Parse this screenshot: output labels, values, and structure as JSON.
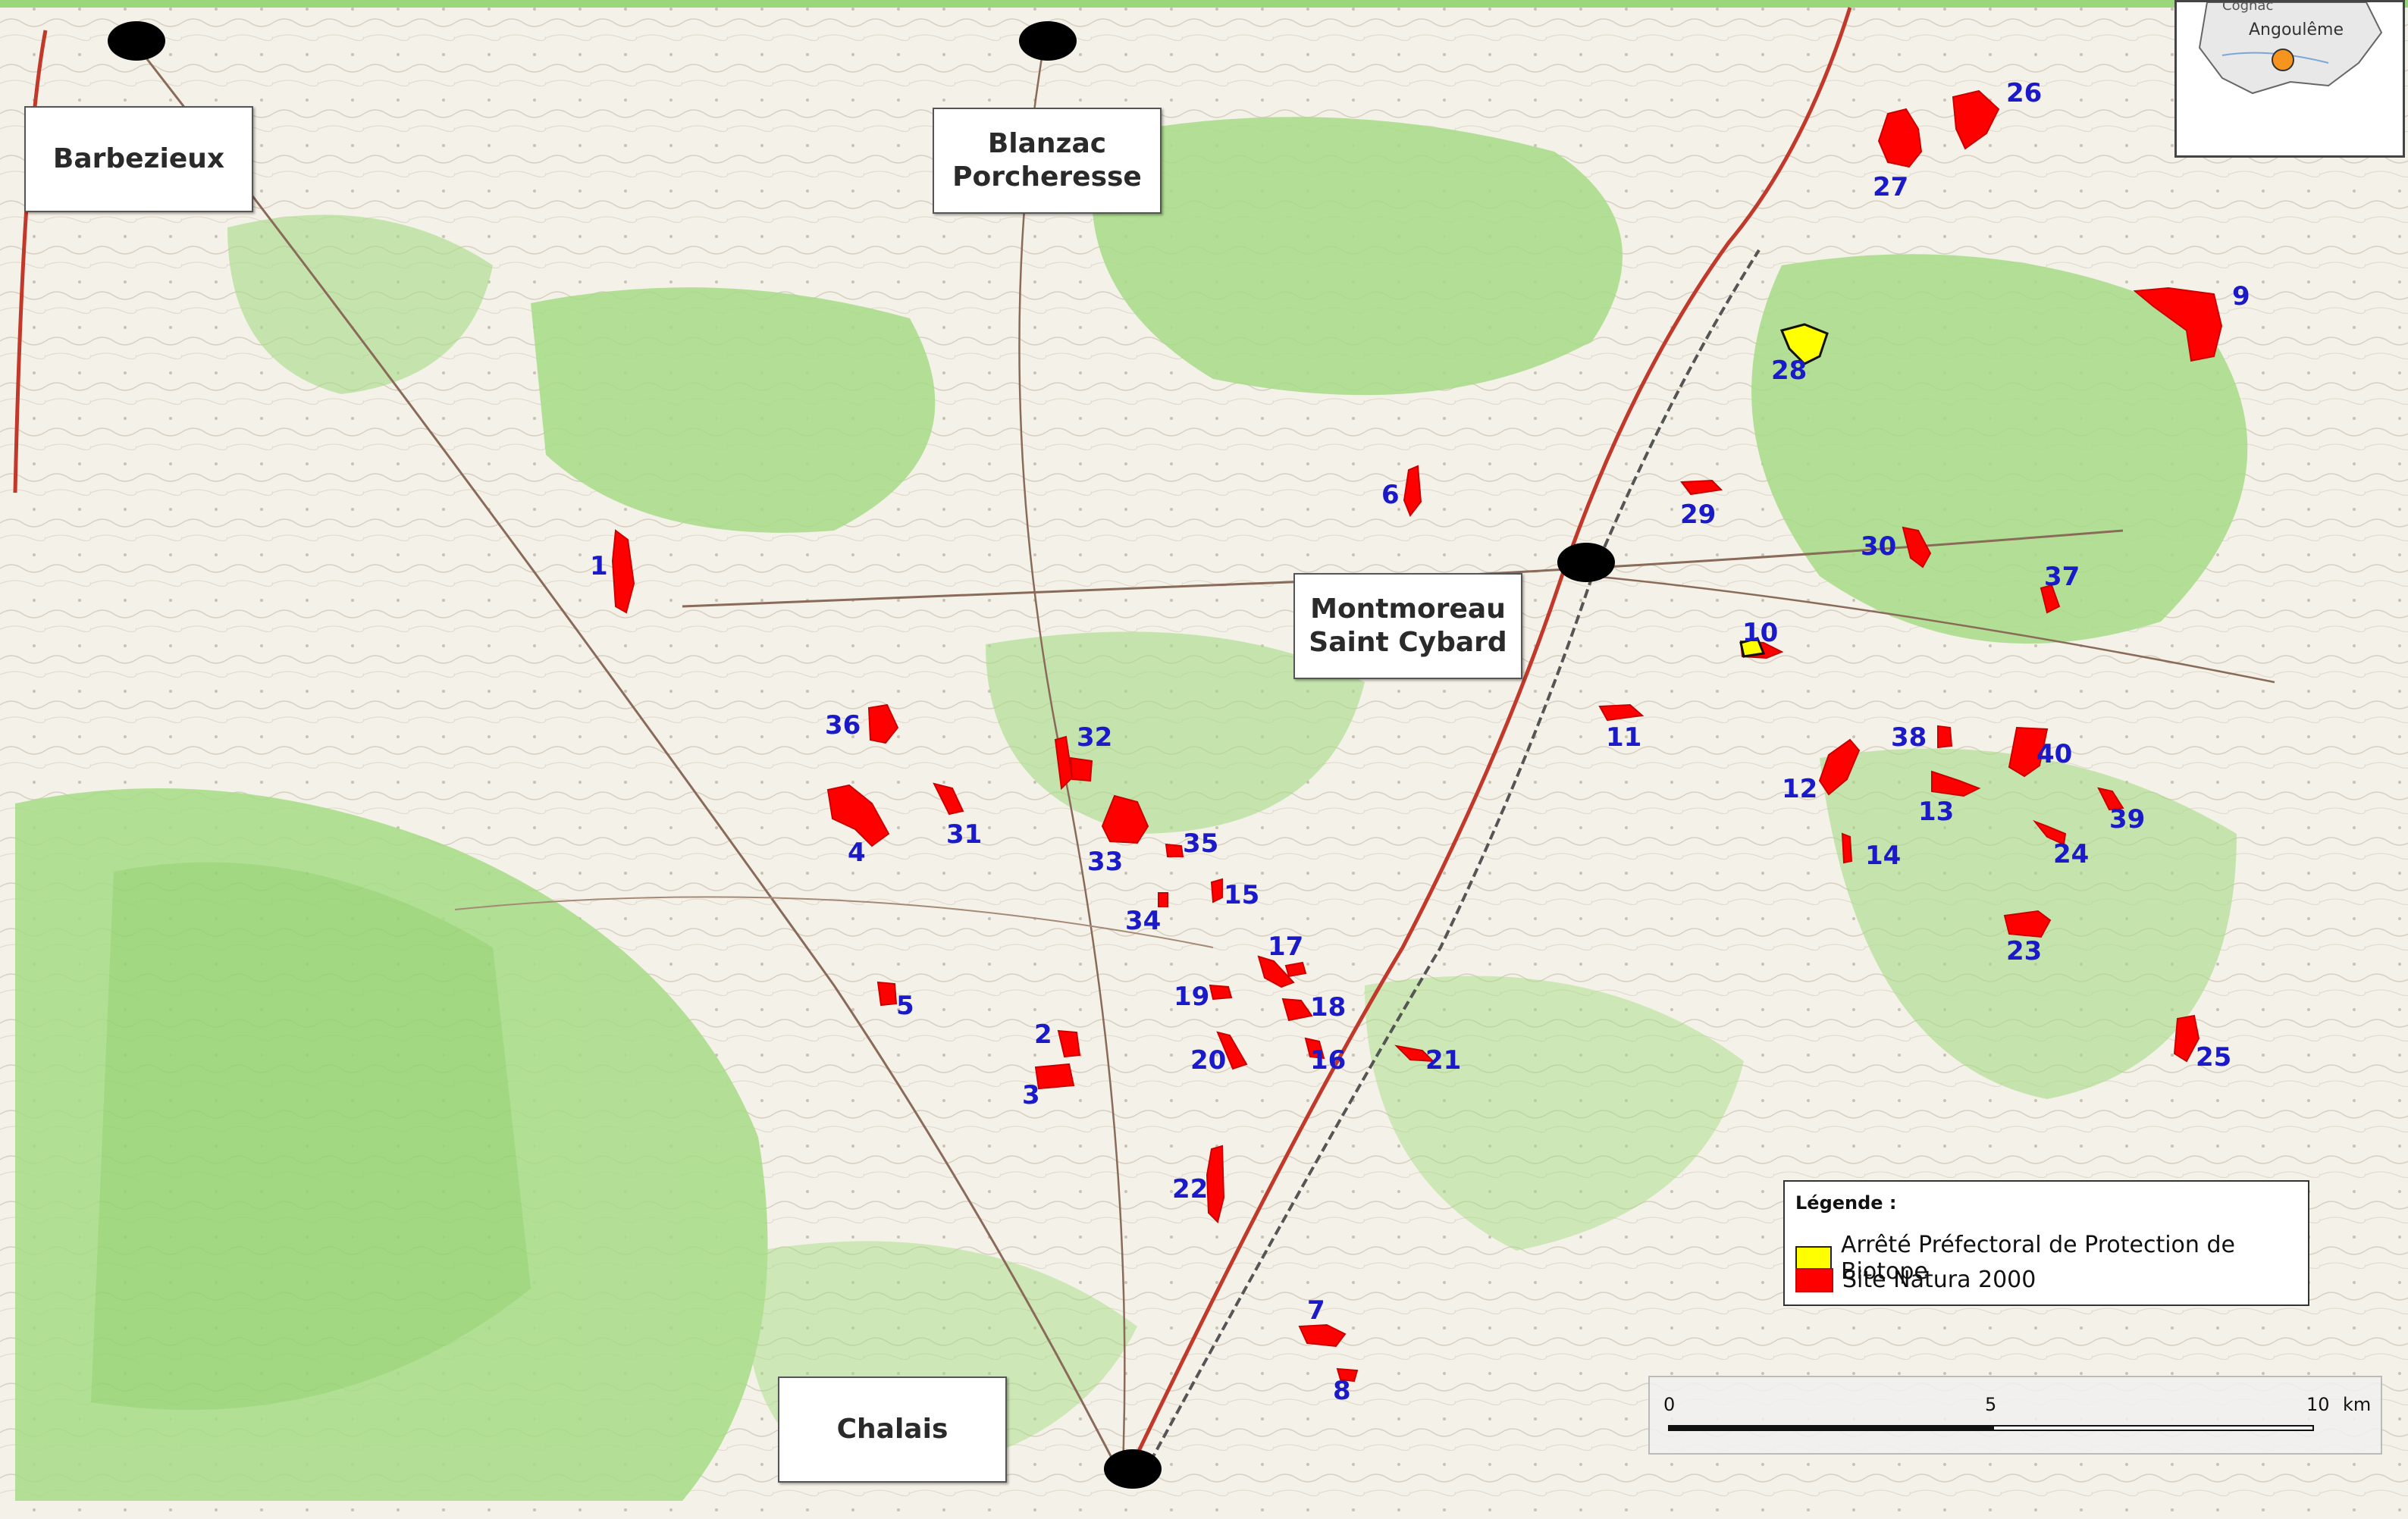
{
  "towns": [
    {
      "id": "barbezieux",
      "lines": [
        "Barbezieux"
      ]
    },
    {
      "id": "blanzac",
      "lines": [
        "Blanzac",
        "Porcheresse"
      ]
    },
    {
      "id": "montmoreau",
      "lines": [
        "Montmoreau",
        "Saint Cybard"
      ]
    },
    {
      "id": "chalais",
      "lines": [
        "Chalais"
      ]
    }
  ],
  "sites": [
    "1",
    "2",
    "3",
    "4",
    "5",
    "6",
    "7",
    "8",
    "9",
    "10",
    "11",
    "12",
    "13",
    "14",
    "15",
    "16",
    "17",
    "18",
    "19",
    "20",
    "21",
    "22",
    "23",
    "24",
    "25",
    "26",
    "27",
    "28",
    "29",
    "30",
    "31",
    "32",
    "33",
    "34",
    "35",
    "36",
    "37",
    "38",
    "39",
    "40"
  ],
  "legend": {
    "title": "Légende :",
    "items": [
      {
        "label": "Arrêté Préfectoral de Protection de Biotope",
        "color": "#ffff00"
      },
      {
        "label": "Site Natura 2000",
        "color": "#ff0000"
      }
    ]
  },
  "scale": {
    "ticks": [
      "0",
      "5",
      "10"
    ],
    "unit": "km"
  },
  "inset": {
    "labels": [
      "Angoulême",
      "Cognac"
    ],
    "marker_color": "#f7941d"
  },
  "colors": {
    "site": "#ff0000",
    "biotope": "#ffff00",
    "label": "#1a1ac8",
    "forest": "#9ad77a",
    "road_red": "#c0392b",
    "rail": "#555555"
  }
}
